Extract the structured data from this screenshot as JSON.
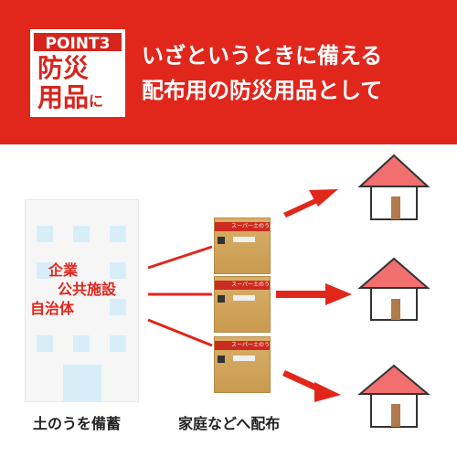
{
  "banner": {
    "point_label": "POINT3",
    "point_line1": "防災",
    "point_line2": "用品",
    "point_suffix": "に",
    "line1": "いざというときに備える",
    "line2": "配布用の防災用品として"
  },
  "building_label": [
    "企業",
    "公共施設",
    "自治体"
  ],
  "captions": {
    "left": "土のうを備蓄",
    "middle": "家庭などへ配布"
  },
  "box_label": "スーパー土のう",
  "colors": {
    "accent_red": "#e1261c",
    "house_roof": "#f26f6f",
    "door_brown": "#b07a4a"
  }
}
